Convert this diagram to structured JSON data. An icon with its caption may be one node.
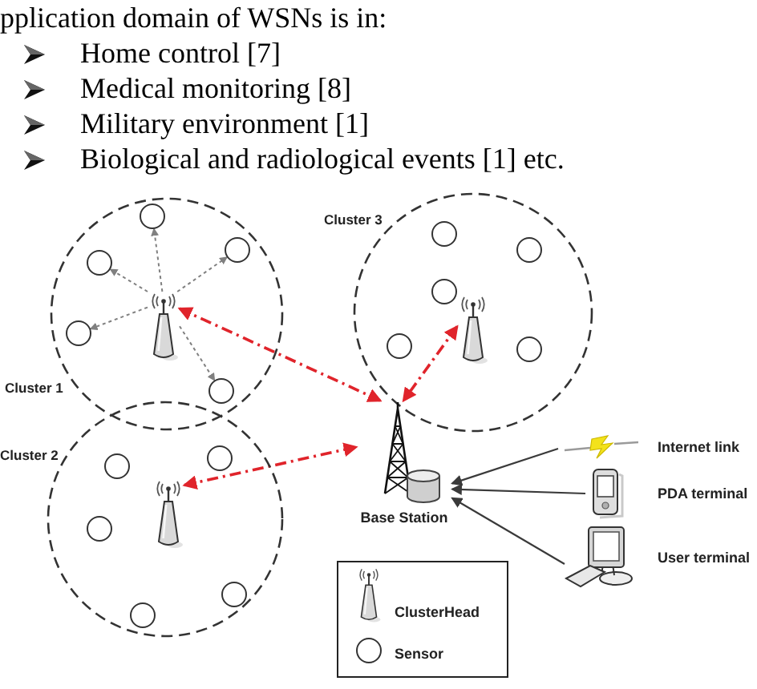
{
  "diagram": {
    "nodes": [
      {
        "text": [
          "Cluster 1"
        ]
      },
      {
        "text": [],
        "shape": "picture",
        "in": 0
      },
      {
        "text": [],
        "shape": "circle",
        "in": 0
      },
      {
        "text": [],
        "shape": "circle",
        "in": 0
      },
      {
        "text": [],
        "shape": "circle",
        "in": 0
      },
      {
        "text": [],
        "shape": "circle",
        "in": 0
      },
      {
        "text": [],
        "shape": "circle",
        "in": 0
      },
      {
        "text": [
          "Cluster 3"
        ]
      },
      {
        "text": [],
        "shape": "picture",
        "in": 7
      },
      {
        "text": [],
        "shape": "circle",
        "in": 7
      },
      {
        "text": [],
        "shape": "circle",
        "in": 7
      },
      {
        "text": [],
        "shape": "circle",
        "in": 7
      },
      {
        "text": [],
        "shape": "circle",
        "in": 7
      },
      {
        "text": [],
        "shape": "circle",
        "in": 7
      },
      {
        "text": [
          "Cluster 2"
        ]
      },
      {
        "text": [],
        "shape": "picture",
        "in": 14
      },
      {
        "text": [],
        "shape": "circle",
        "in": 14
      },
      {
        "text": [],
        "shape": "circle",
        "in": 14
      },
      {
        "text": [],
        "shape": "circle",
        "in": 14
      },
      {
        "text": [],
        "shape": "circle",
        "in": 14
      },
      {
        "text": [],
        "shape": "circle",
        "in": 14
      },
      {
        "text": [
          "Base Station"
        ]
      },
      {
        "text": [
          "Internet link"
        ]
      },
      {
        "text": [
          "PDA terminal"
        ]
      },
      {
        "text": [
          "User terminal"
        ]
      }
    ],
    "edges": [
      {
        "from": 1,
        "to": 2,
        "arrow": "to",
        "style": "dashed",
        "color": "#808080"
      },
      {
        "from": 1,
        "to": 3,
        "arrow": "to",
        "style": "dashed",
        "color": "#808080"
      },
      {
        "from": 1,
        "to": 4,
        "arrow": "to",
        "style": "dashed",
        "color": "#808080"
      },
      {
        "from": 1,
        "to": 5,
        "arrow": "to",
        "style": "dashed",
        "color": "#808080"
      },
      {
        "from": 1,
        "to": 6,
        "arrow": "to",
        "style": "dashed",
        "color": "#808080"
      },
      {
        "from": 1,
        "to": 21,
        "arrow": "both",
        "style": "dashed",
        "color": "#e0242b"
      },
      {
        "from": 8,
        "to": 21,
        "arrow": "both",
        "style": "dashed",
        "color": "#e0242b"
      },
      {
        "from": 15,
        "to": 21,
        "arrow": "both",
        "style": "dashed",
        "color": "#e0242b"
      },
      {
        "from": 22,
        "to": 21,
        "arrow": "to"
      },
      {
        "from": 23,
        "to": 21,
        "arrow": "to"
      },
      {
        "from": 24,
        "to": 21,
        "arrow": "to"
      }
    ],
    "labels": [
      "pplication domain of WSNs is in:",
      "Home control [7]",
      "Medical monitoring [8]",
      "Military environment [1]",
      "Biological and radiological events [1] etc."
    ],
    "legend": [
      {
        "text": "ClusterHead"
      },
      {
        "text": "Sensor"
      }
    ]
  }
}
